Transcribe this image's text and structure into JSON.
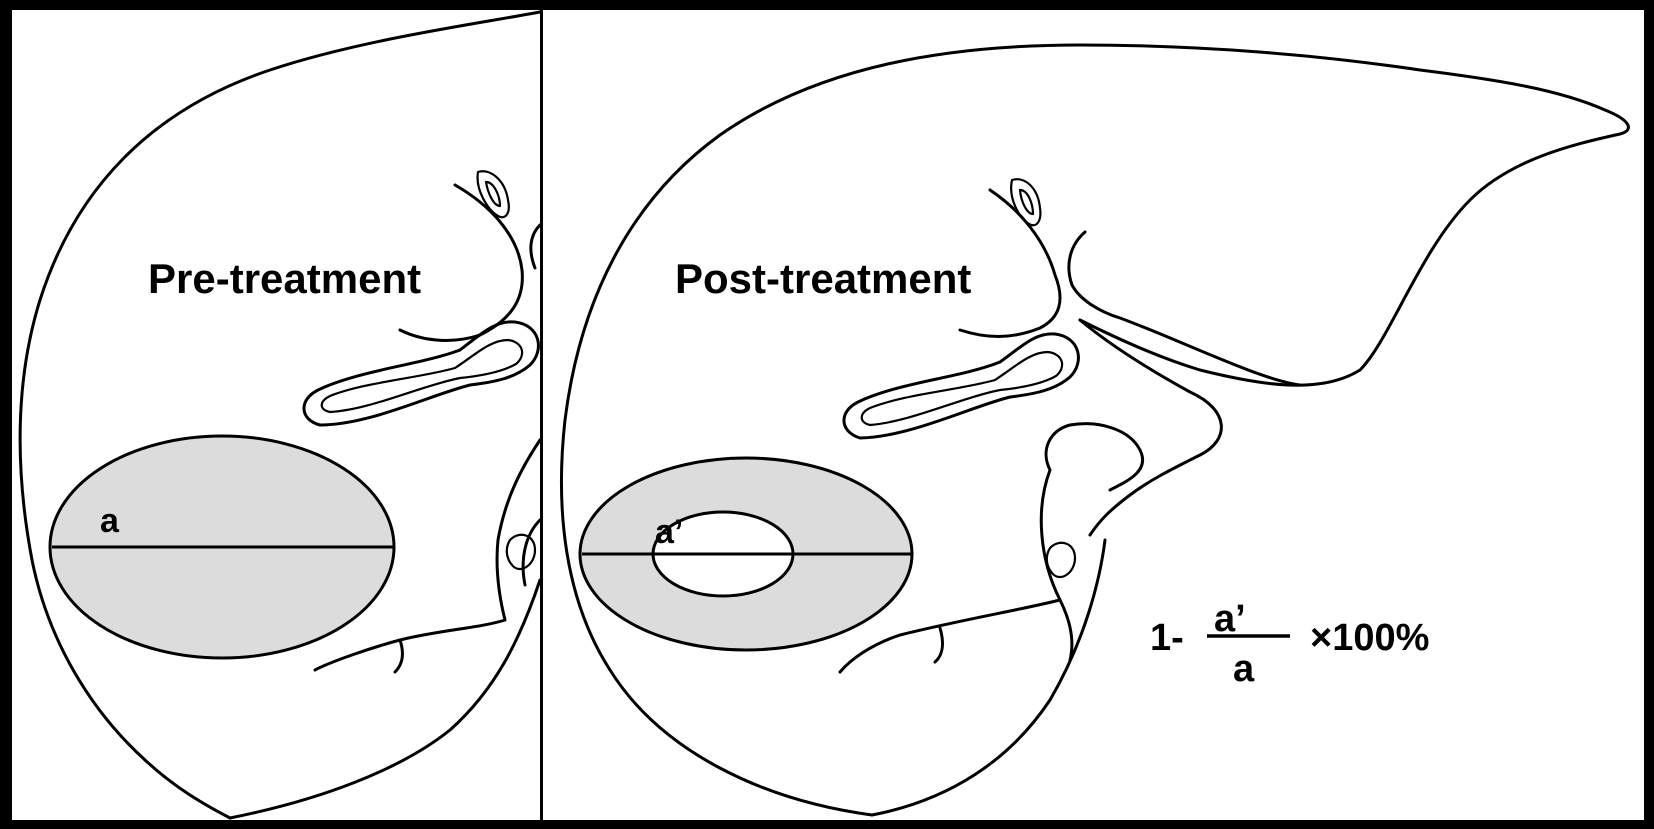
{
  "panels": {
    "pre": {
      "title": "Pre-treatment",
      "diameter_label": "a"
    },
    "post": {
      "title": "Post-treatment",
      "diameter_label": "a’"
    }
  },
  "formula": {
    "prefix": "1-",
    "numerator": "a’",
    "denominator": "a",
    "suffix": "×100%"
  },
  "colors": {
    "lesion_fill": "#dcdcdc",
    "background": "#ffffff",
    "frame": "#000000",
    "line": "#000000"
  }
}
